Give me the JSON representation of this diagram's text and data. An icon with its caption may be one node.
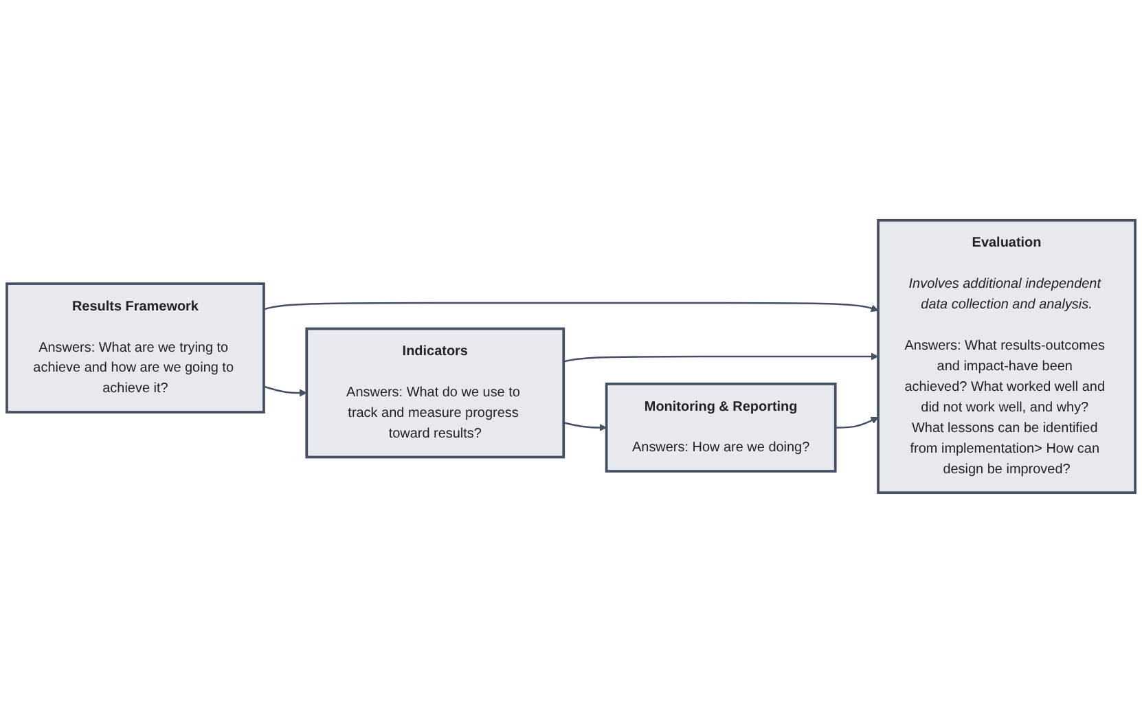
{
  "diagram": {
    "nodes": [
      {
        "text": [
          "Results Framework",
          "Answers: What are we trying to achieve and how are we going to achieve it?"
        ]
      },
      {
        "text": [
          "Indicators",
          "Answers: What do we use to track and measure progress toward results?"
        ]
      },
      {
        "text": [
          "Monitoring & Reporting",
          "Answers: How are we doing?"
        ]
      },
      {
        "text": [
          "Evaluation",
          "Involves additional independent data collection and analysis.",
          "Answers: What results-outcomes and impact-have been achieved? What worked well and did not work well, and why? What lessons can be identified from implementation> How can design be improved?"
        ]
      }
    ],
    "edges": [
      {
        "from": 0,
        "to": 1,
        "arrow": "to"
      },
      {
        "from": 1,
        "to": 2,
        "arrow": "to"
      },
      {
        "from": 0,
        "to": 3,
        "arrow": "to"
      },
      {
        "from": 1,
        "to": 3,
        "arrow": "to"
      },
      {
        "from": 2,
        "to": 3,
        "arrow": "to"
      }
    ]
  }
}
